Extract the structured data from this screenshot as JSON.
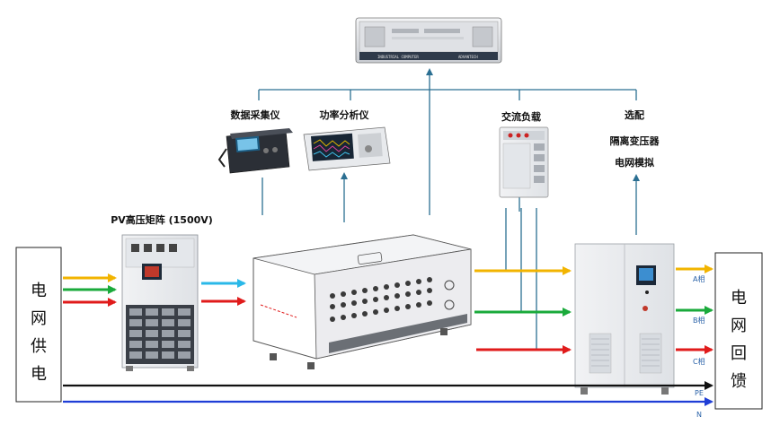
{
  "left_box": {
    "chars": [
      "电",
      "网",
      "供",
      "电"
    ]
  },
  "right_box": {
    "chars": [
      "电",
      "网",
      "回",
      "馈"
    ]
  },
  "labels": {
    "pv_matrix": "PV高压矩阵 (1500V)",
    "daq": "数据采集仪",
    "power_analyzer": "功率分析仪",
    "ac_load": "交流负载",
    "optional_title": "选配",
    "isolation_transformer": "隔离变压器",
    "grid_simulation": "电网模拟"
  },
  "phases": {
    "a": "A相",
    "b": "B相",
    "c": "C相",
    "pe": "PE",
    "n": "N"
  },
  "devices": {
    "ipc_brand_left": "INDUSTRIAL COMPUTER",
    "ipc_brand_right": "ADVANTECH"
  },
  "colors": {
    "comm": "#2b6f92",
    "phase_a": "#f2b400",
    "phase_b": "#1aaa3b",
    "phase_c": "#e01b1b",
    "pe": "#111111",
    "n": "#1f3ed6",
    "dc": "#2ab8e8",
    "label_blue": "#2a62a8"
  }
}
